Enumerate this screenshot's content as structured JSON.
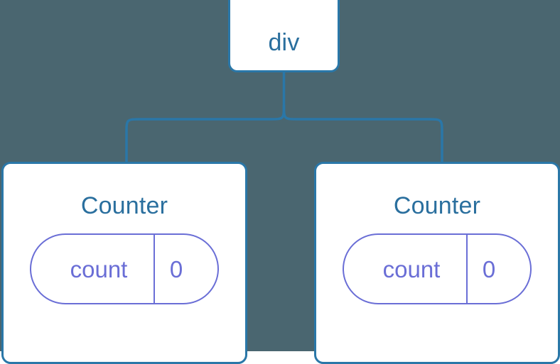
{
  "diagram": {
    "title_node": {
      "label": "div",
      "tag_name": "div-node"
    },
    "background_color": "#4a6670",
    "node_border_color": "#2a77a8",
    "node_text_color": "#2a6f9e",
    "state_color": "#6a6ed6",
    "connector_color": "#2a77a8",
    "children": [
      {
        "title": "Counter",
        "state": {
          "key": "count",
          "value": "0"
        }
      },
      {
        "title": "Counter",
        "state": {
          "key": "count",
          "value": "0"
        }
      }
    ]
  }
}
